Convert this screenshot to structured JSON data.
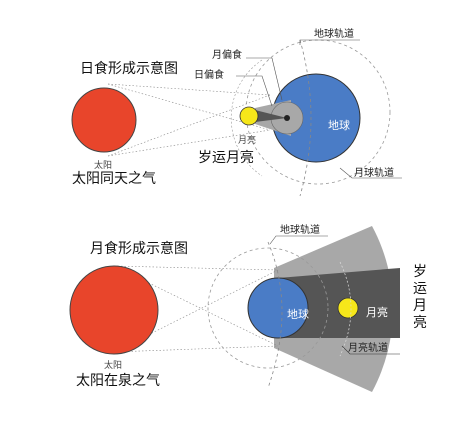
{
  "colors": {
    "sun": "#E8452B",
    "earth": "#4A7CC6",
    "moon": "#F6E71A",
    "shadow_dark": "#555555",
    "shadow_light": "#A8A8A8",
    "orbit": "#999999"
  },
  "top": {
    "title": "日食形成示意图",
    "sun_small_label": "太阳",
    "sun_caption": "太阳同天之气",
    "moon_caption": "岁运月亮",
    "partial_eclipse_label": "月偏食",
    "solar_eclipse_label": "日偏食",
    "moon_small_label": "月亮",
    "earth_label": "地球",
    "earth_orbit_label": "地球轨道",
    "moon_orbit_label": "月球轨道"
  },
  "bottom": {
    "title": "月食形成示意图",
    "sun_small_label": "太阳",
    "sun_caption": "太阳在泉之气",
    "earth_label": "地球",
    "moon_label": "月亮",
    "earth_orbit_label": "地球轨道",
    "moon_orbit_label": "月亮轨道",
    "side_caption_chars": [
      "岁",
      "运",
      "月",
      "亮"
    ]
  }
}
